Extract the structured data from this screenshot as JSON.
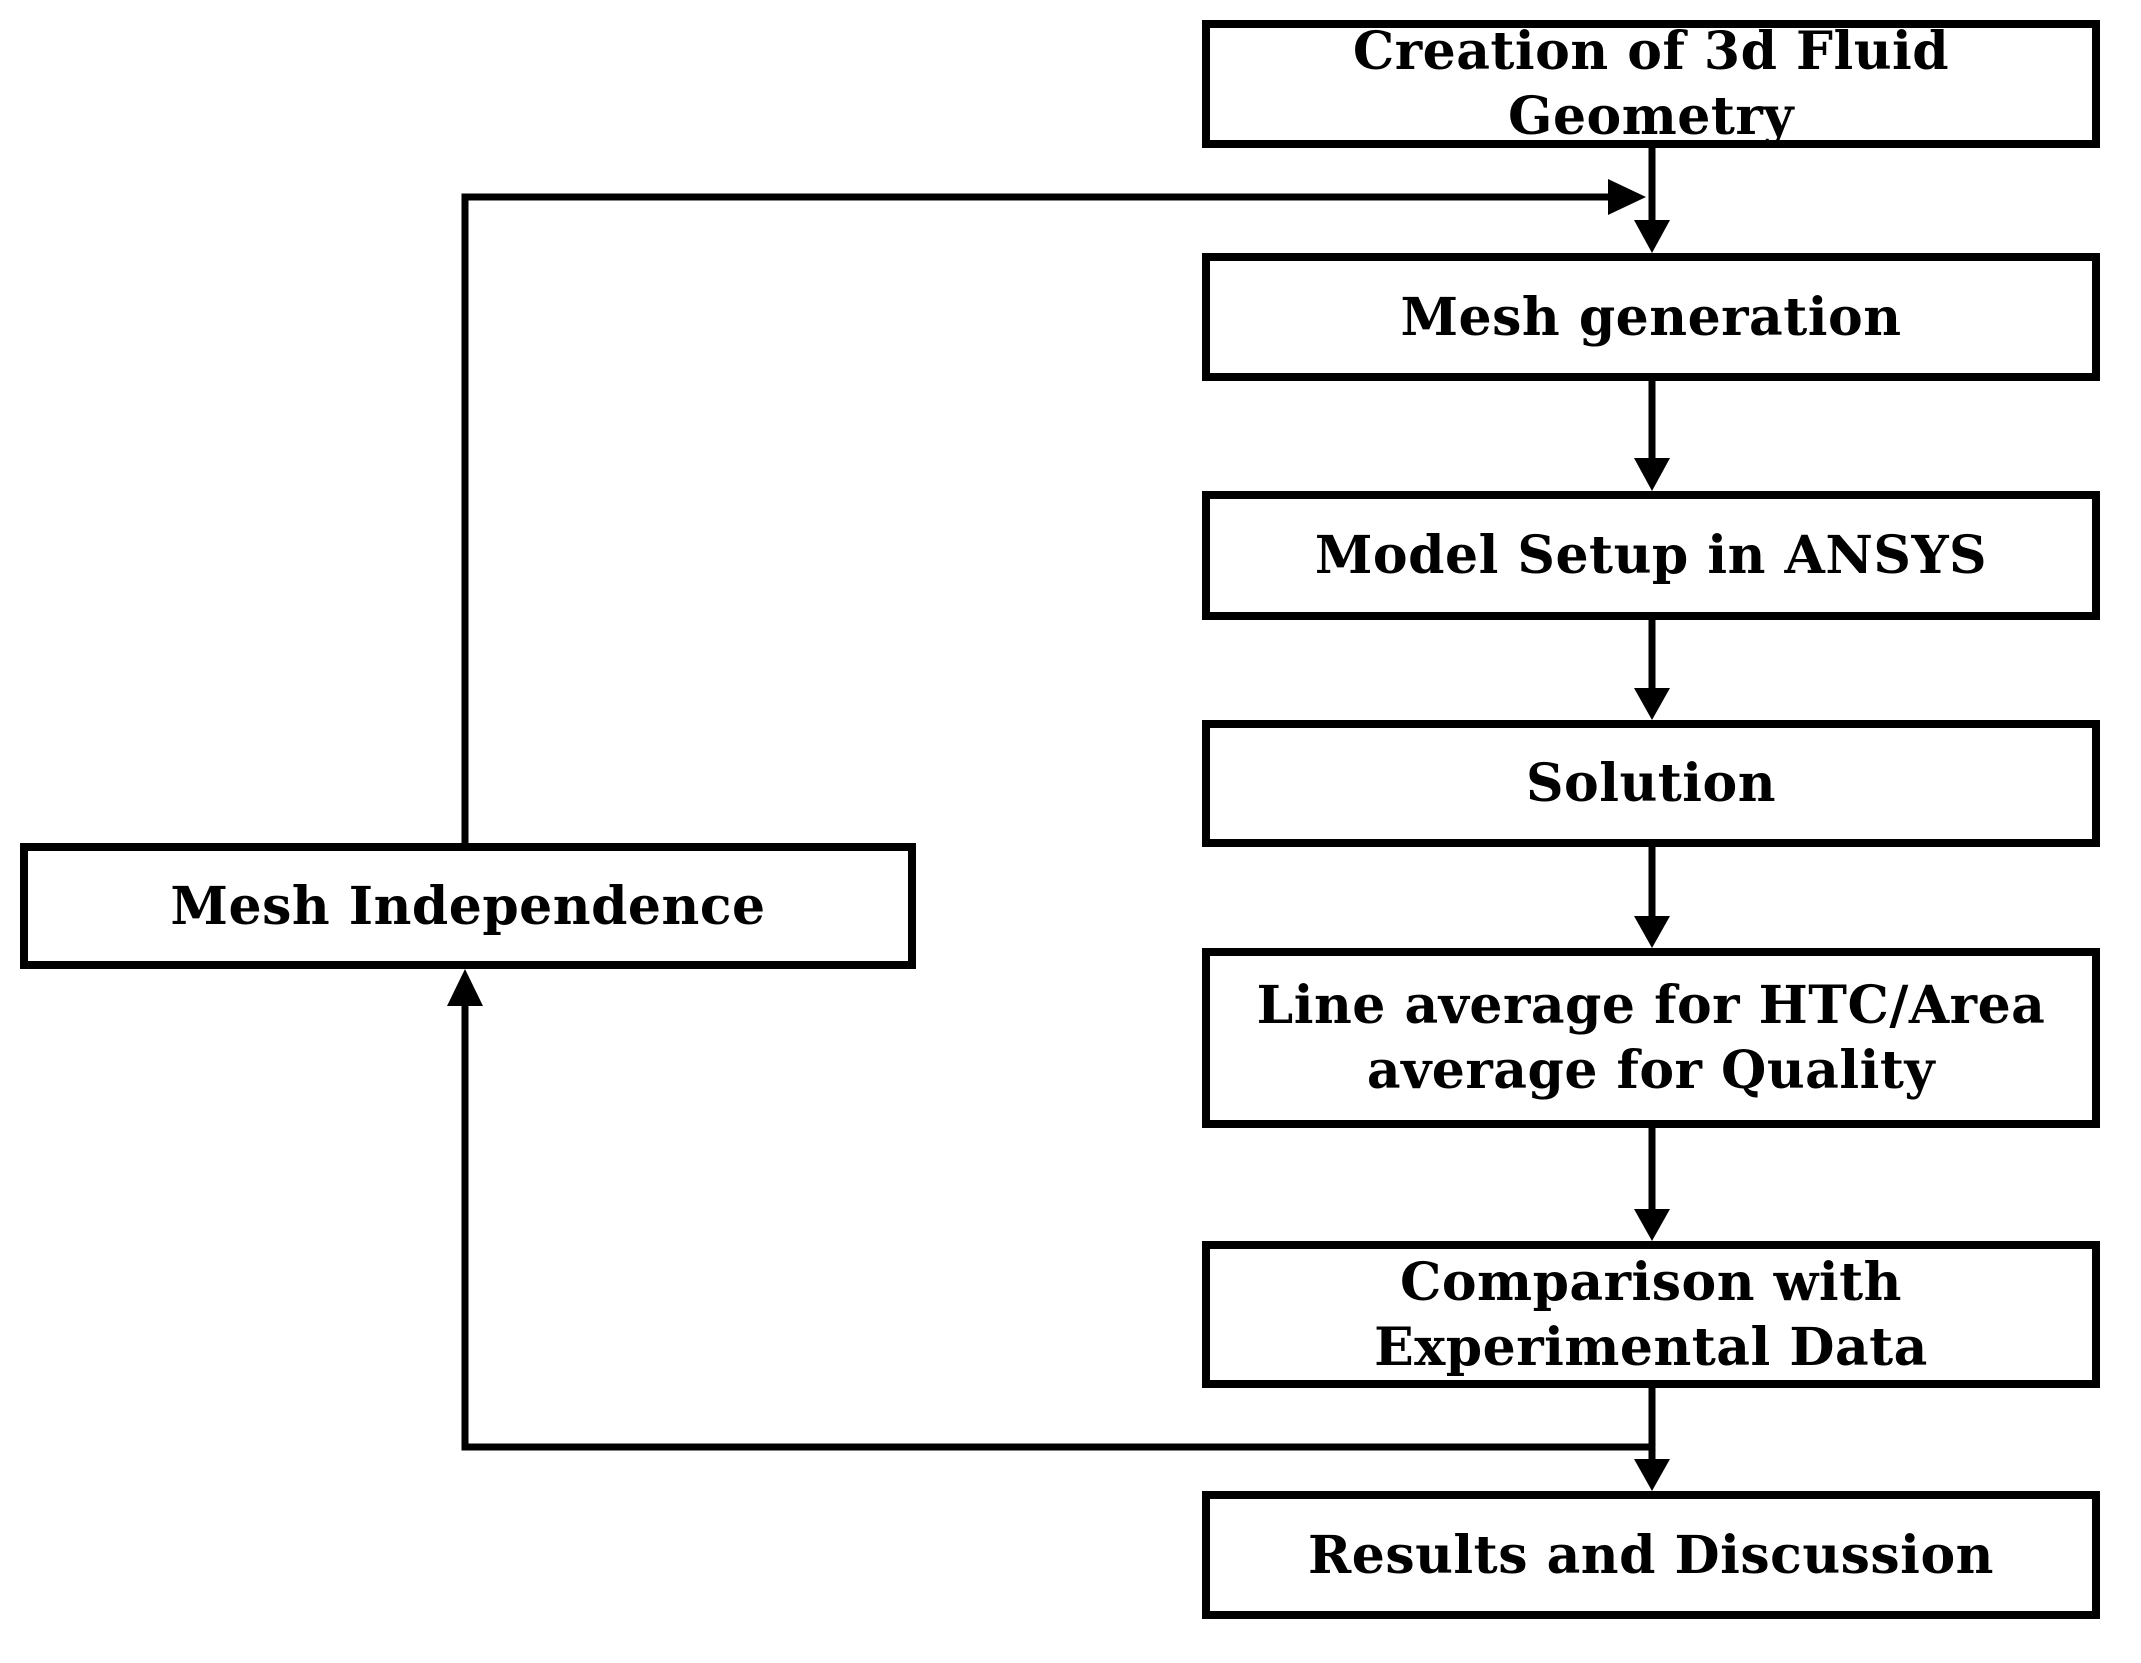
{
  "colors": {
    "line": "#000000",
    "box_border": "#000000",
    "box_fill": "#ffffff",
    "text": "#000000",
    "background": "#ffffff"
  },
  "nodes": [
    {
      "id": "creation",
      "label": "Creation of 3d Fluid Geometry"
    },
    {
      "id": "mesh-generation",
      "label": "Mesh generation"
    },
    {
      "id": "model-setup",
      "label": "Model Setup in ANSYS"
    },
    {
      "id": "solution",
      "label": "Solution"
    },
    {
      "id": "line-average",
      "label": "Line average for HTC/Area\naverage for Quality"
    },
    {
      "id": "comparison",
      "label": "Comparison with\nExperimental Data"
    },
    {
      "id": "results",
      "label": "Results and Discussion"
    },
    {
      "id": "mesh-independence",
      "label": "Mesh Independence"
    }
  ]
}
